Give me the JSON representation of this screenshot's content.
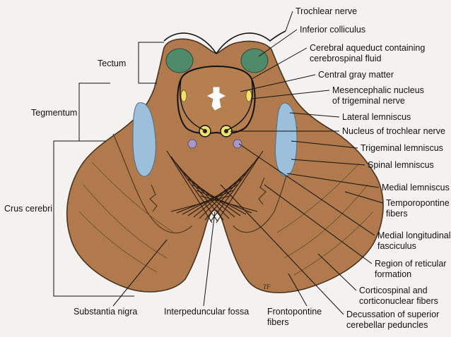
{
  "colors": {
    "background": "#f4f2f0",
    "tissue": "#b07a4c",
    "tissue_outline": "#4a3220",
    "colliculus": "#4f8a6a",
    "lemniscus": "#9cc0dc",
    "nucleus": "#f0e070",
    "mlf": "#a79ac8",
    "aqueduct": "#ffffff"
  },
  "labels_right": [
    {
      "id": "trochlear-nerve",
      "lines": [
        "Trochlear nerve"
      ]
    },
    {
      "id": "inferior-colliculus",
      "lines": [
        "Inferior colliculus"
      ]
    },
    {
      "id": "cerebral-aqueduct",
      "lines": [
        "Cerebral aqueduct containing",
        "cerebrospinal fluid"
      ]
    },
    {
      "id": "central-gray-matter",
      "lines": [
        "Central gray matter"
      ]
    },
    {
      "id": "mesencephalic-nucleus",
      "lines": [
        "Mesencephalic nucleus",
        "of trigeminal nerve"
      ]
    },
    {
      "id": "lateral-lemniscus",
      "lines": [
        "Lateral lemniscus"
      ]
    },
    {
      "id": "nucleus-trochlear",
      "lines": [
        "Nucleus of trochlear nerve"
      ]
    },
    {
      "id": "trigeminal-lemniscus",
      "lines": [
        "Trigeminal lemniscus"
      ]
    },
    {
      "id": "spinal-lemniscus",
      "lines": [
        "Spinal lemniscus"
      ]
    },
    {
      "id": "medial-lemniscus",
      "lines": [
        "Medial lemniscus"
      ]
    },
    {
      "id": "temporopontine-fibers",
      "lines": [
        "Temporopontine",
        "fibers"
      ]
    },
    {
      "id": "medial-longitudinal-fasciculus",
      "lines": [
        "Medial longitudinal",
        "fasciculus"
      ]
    },
    {
      "id": "reticular-formation",
      "lines": [
        "Region of reticular",
        "formation"
      ]
    },
    {
      "id": "corticospinal-fibers",
      "lines": [
        "Corticospinal and",
        "corticonuclear fibers"
      ]
    },
    {
      "id": "decussation",
      "lines": [
        "Decussation of superior",
        "cerebellar peduncles"
      ]
    }
  ],
  "labels_left": {
    "tectum": "Tectum",
    "tegmentum": "Tegmentum",
    "crus_cerebri": "Crus cerebri"
  },
  "labels_bottom": [
    {
      "id": "substantia-nigra",
      "lines": [
        "Substantia nigra"
      ]
    },
    {
      "id": "interpeduncular-fossa",
      "lines": [
        "Interpeduncular fossa"
      ]
    },
    {
      "id": "frontopontine-fibers",
      "lines": [
        "Frontopontine",
        "fibers"
      ]
    }
  ]
}
